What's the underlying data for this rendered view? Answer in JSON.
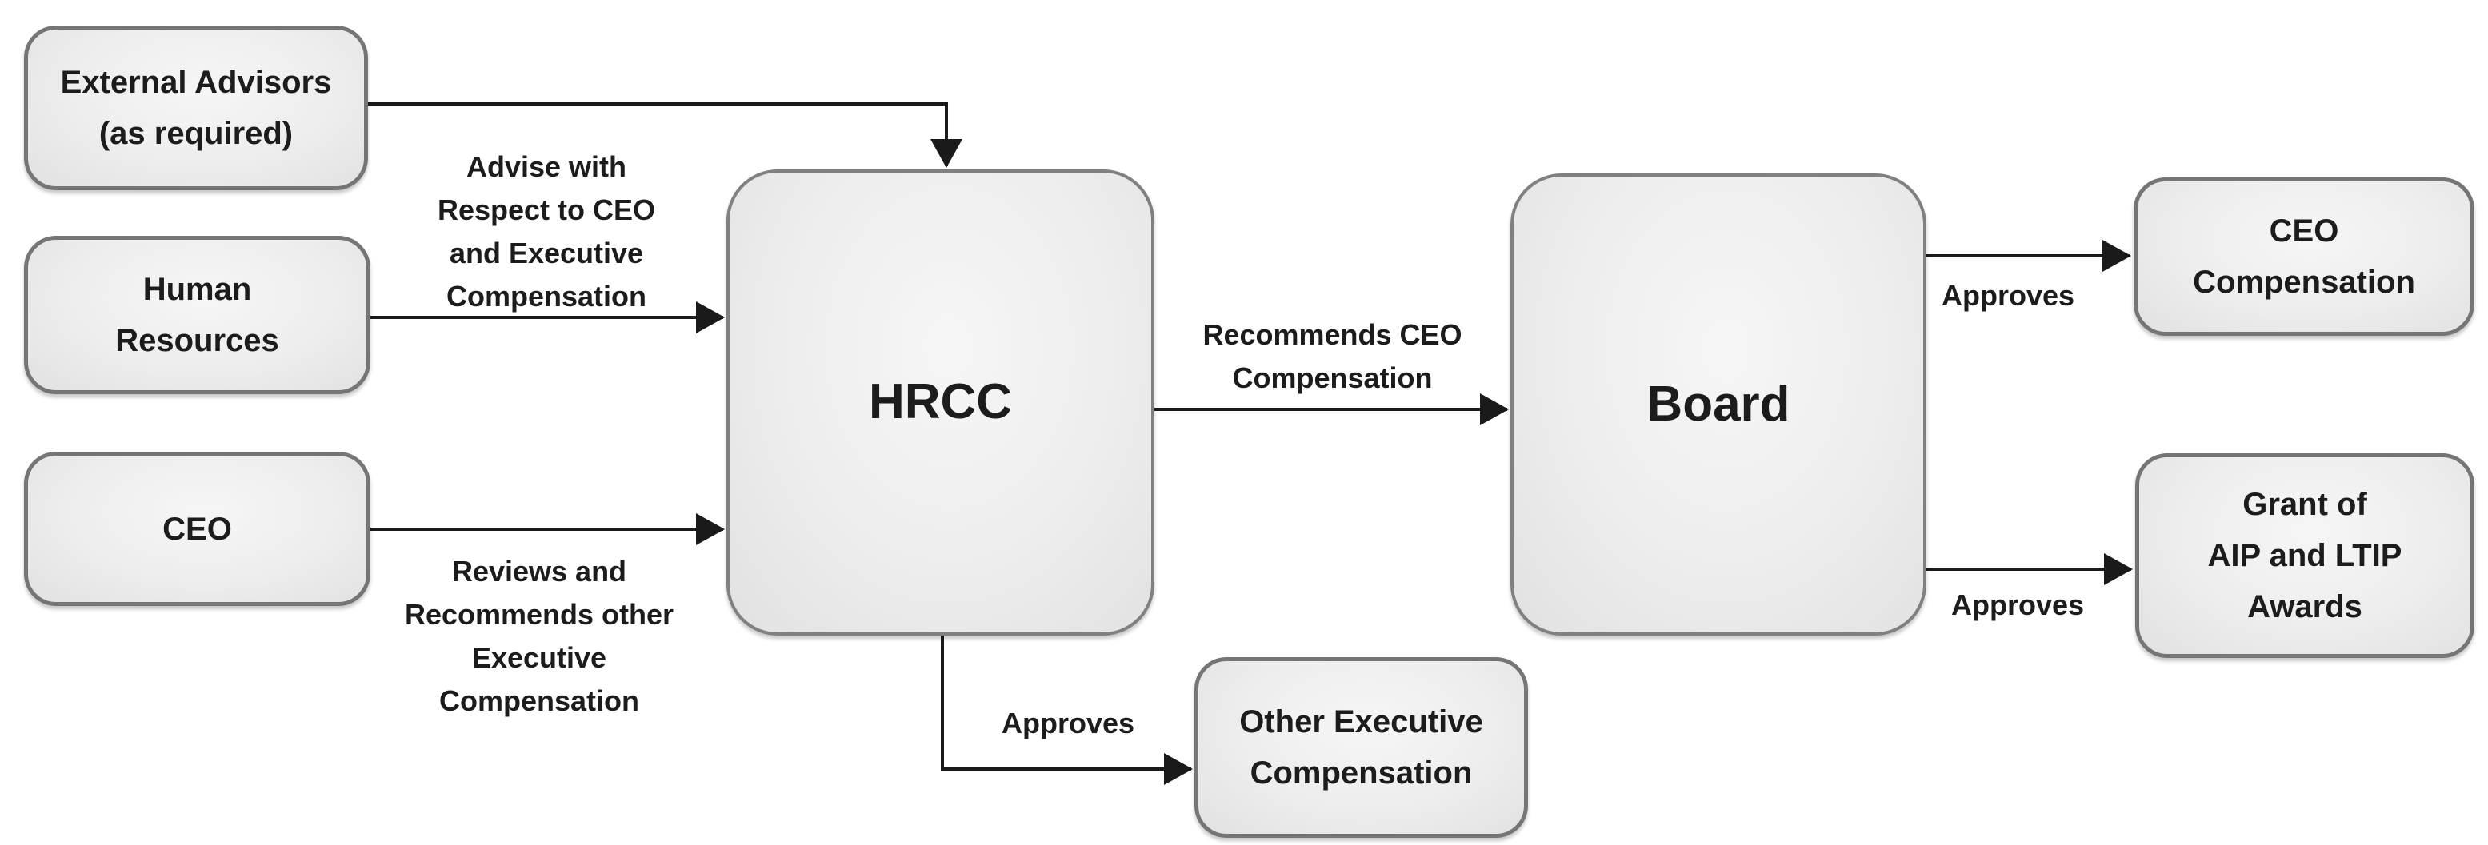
{
  "diagram": {
    "background_color": "#ffffff",
    "box_fill_center": "#f6f6f6",
    "box_fill_edge": "#e1e1e1",
    "box_border_color": "#7a7a7a",
    "arrow_color": "#1a1a1a",
    "text_color": "#1c1c1c",
    "nodes": [
      {
        "id": "external-advisors",
        "label": "External Advisors\n(as required)"
      },
      {
        "id": "human-resources",
        "label": "Human\nResources"
      },
      {
        "id": "ceo",
        "label": "CEO"
      },
      {
        "id": "hrcc",
        "label": "HRCC"
      },
      {
        "id": "board",
        "label": "Board"
      },
      {
        "id": "ceo-compensation",
        "label": "CEO\nCompensation"
      },
      {
        "id": "grant-of-aip-and-ltip-awards",
        "label": "Grant of\nAIP and LTIP\nAwards"
      },
      {
        "id": "other-executive-compensation",
        "label": "Other Executive\nCompensation"
      }
    ],
    "edges": [
      {
        "id": "external-advisors-to-hrcc",
        "from": "external-advisors",
        "to": "hrcc",
        "label": ""
      },
      {
        "id": "human-resources-to-hrcc",
        "from": "human-resources",
        "to": "hrcc",
        "label": "Advise with\nRespect to CEO\nand Executive\nCompensation"
      },
      {
        "id": "ceo-to-hrcc",
        "from": "ceo",
        "to": "hrcc",
        "label": "Reviews and\nRecommends other\nExecutive\nCompensation"
      },
      {
        "id": "hrcc-to-board",
        "from": "hrcc",
        "to": "board",
        "label": "Recommends CEO\nCompensation"
      },
      {
        "id": "hrcc-to-other-executive-compensation",
        "from": "hrcc",
        "to": "other-executive-compensation",
        "label": "Approves"
      },
      {
        "id": "board-to-ceo-compensation",
        "from": "board",
        "to": "ceo-compensation",
        "label": "Approves"
      },
      {
        "id": "board-to-grant-of-aip-and-ltip-awards",
        "from": "board",
        "to": "grant-of-aip-and-ltip-awards",
        "label": "Approves"
      }
    ]
  }
}
